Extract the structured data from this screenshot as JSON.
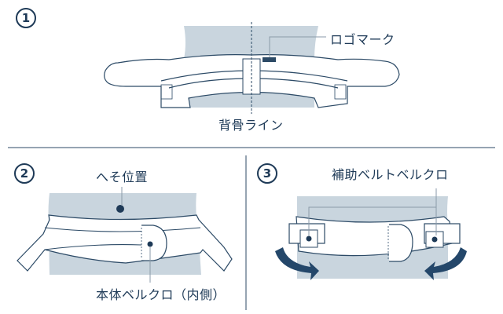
{
  "steps": [
    {
      "number": "1",
      "labels": {
        "logo": "ロゴマーク",
        "spine": "背骨ライン"
      }
    },
    {
      "number": "2",
      "labels": {
        "navel": "へそ位置",
        "velcro": "本体ベルクロ（内側）"
      }
    },
    {
      "number": "3",
      "labels": {
        "aux_velcro": "補助ベルトベルクロ"
      }
    }
  ],
  "colors": {
    "ink": "#1e3a57",
    "body": "#c9d5de",
    "belt": "#ffffff",
    "stroke": "#2c4a66"
  }
}
